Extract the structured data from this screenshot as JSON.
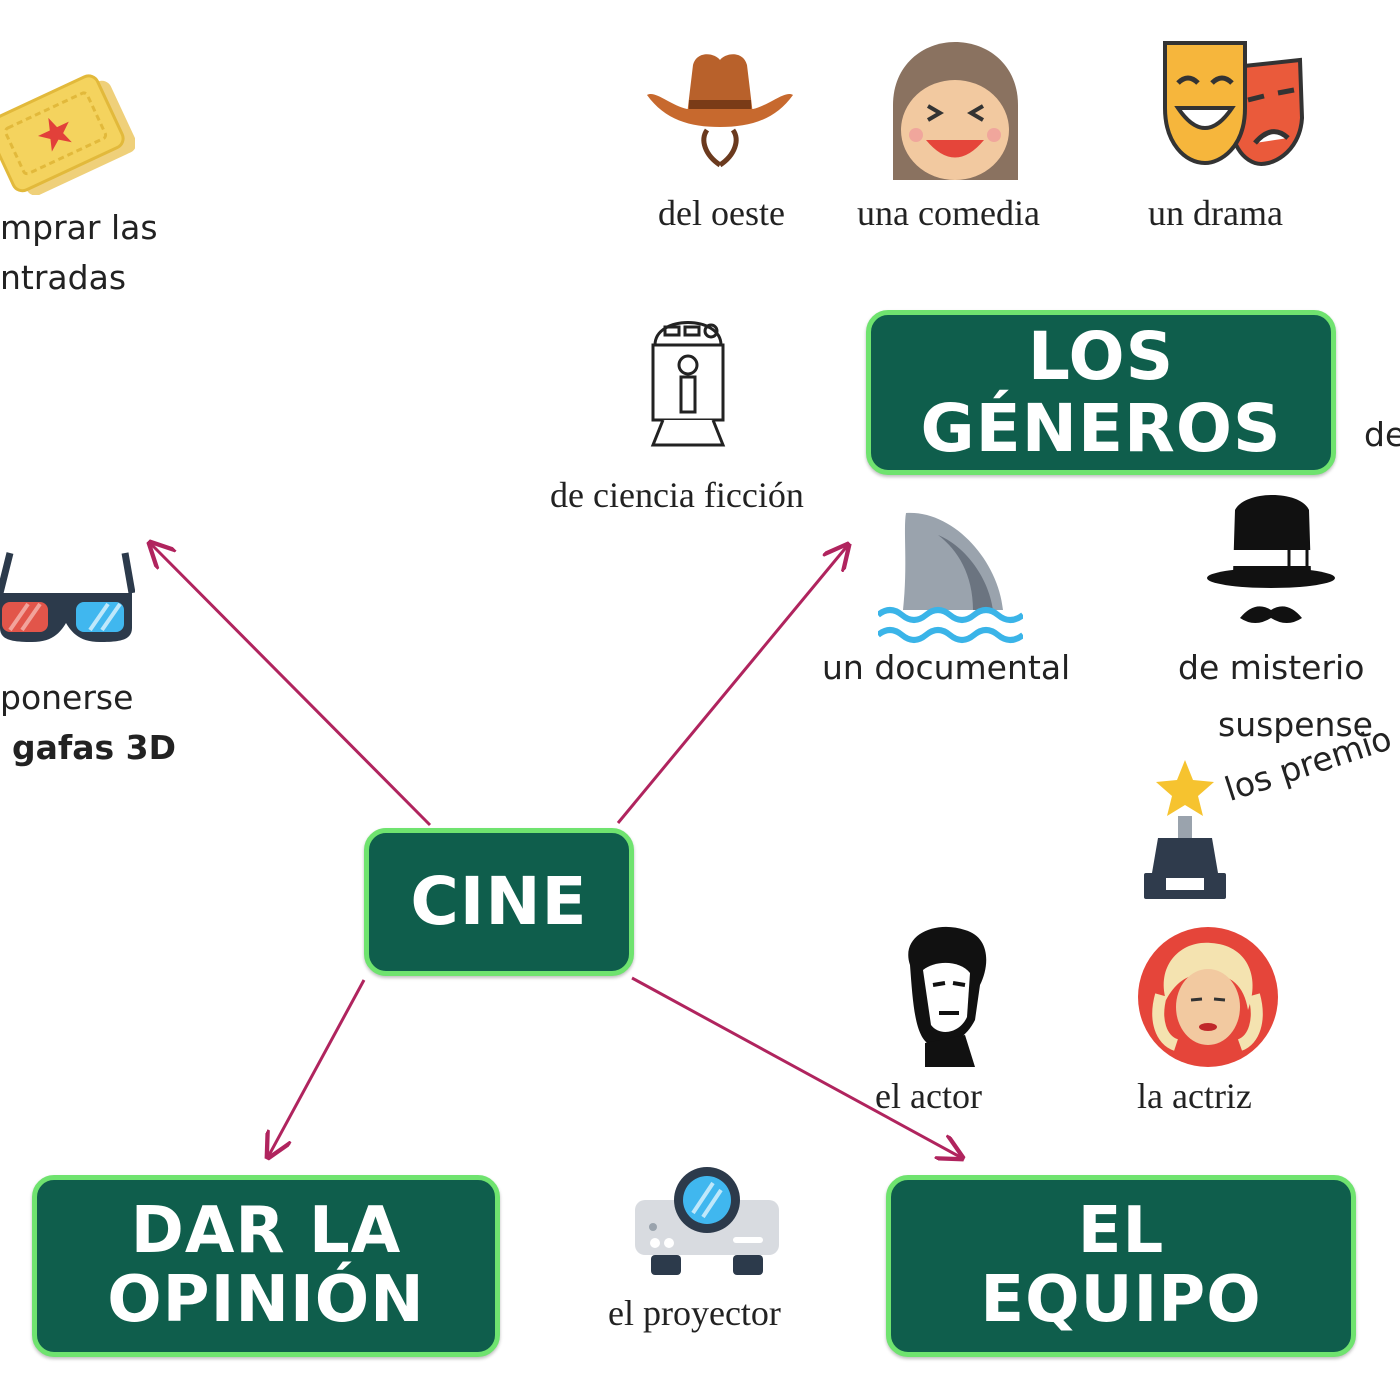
{
  "center": {
    "label": "CINE"
  },
  "boxes": {
    "generos": [
      "LOS",
      "GÉNEROS"
    ],
    "opinion": [
      "DAR LA",
      "OPINIÓN"
    ],
    "equipo": [
      "EL",
      "EQUIPO"
    ]
  },
  "labels": {
    "comprar_1": "mprar las",
    "comprar_2": "ntradas",
    "oeste": "del oeste",
    "comedia": "una comedia",
    "drama": "un drama",
    "ciencia": "de ciencia ficción",
    "documental": "un documental",
    "misterio_1": "de misterio",
    "misterio_2": "suspense",
    "de_partial": "de",
    "premios": "los premio",
    "gafas_1": "ponerse",
    "gafas_2": "gafas 3D",
    "actor": "el actor",
    "actriz": "la actriz",
    "proyector": "el proyector"
  },
  "colors": {
    "box_fill": "#0f5e4c",
    "box_border": "#6fe36f",
    "arrow": "#b0245e"
  },
  "icons": [
    "ticket-icon",
    "cowboy-hat-icon",
    "laughing-face-icon",
    "theater-masks-icon",
    "robot-icon",
    "shark-fin-icon",
    "detective-hat-icon",
    "trophy-icon",
    "3d-glasses-icon",
    "actor-portrait-icon",
    "actress-portrait-icon",
    "projector-icon"
  ]
}
